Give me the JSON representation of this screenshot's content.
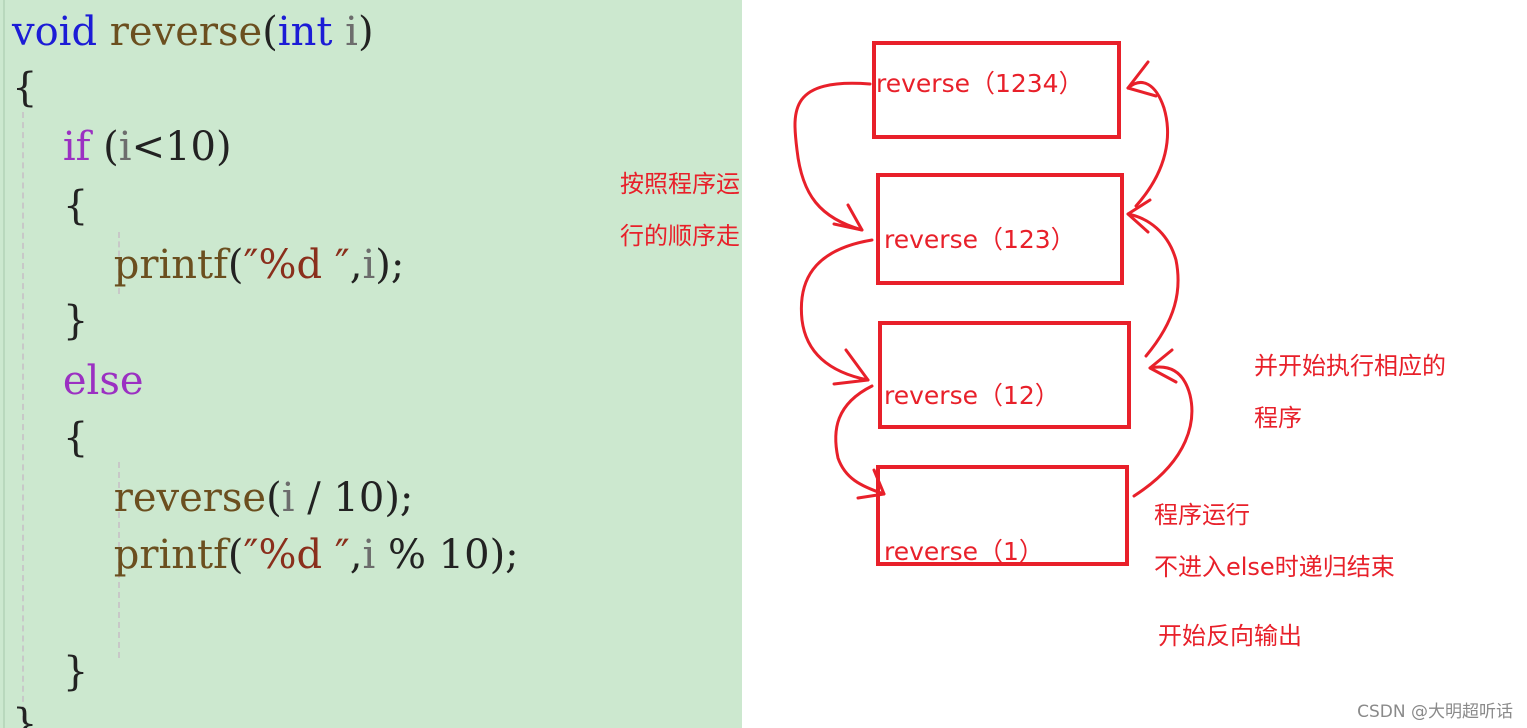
{
  "code": {
    "lines": [
      {
        "tokens": [
          {
            "t": "void",
            "c": "kw"
          },
          {
            "t": " ",
            "c": "punc"
          },
          {
            "t": "reverse",
            "c": "fn"
          },
          {
            "t": "(",
            "c": "punc"
          },
          {
            "t": "int",
            "c": "kw"
          },
          {
            "t": " i",
            "c": "var"
          },
          {
            "t": ")",
            "c": "punc"
          }
        ]
      },
      {
        "tokens": [
          {
            "t": "{",
            "c": "punc"
          }
        ]
      },
      {
        "tokens": [
          {
            "t": "    ",
            "c": "punc"
          },
          {
            "t": "if",
            "c": "kw2"
          },
          {
            "t": " (",
            "c": "punc"
          },
          {
            "t": "i",
            "c": "var"
          },
          {
            "t": "<",
            "c": "punc"
          },
          {
            "t": "10",
            "c": "num"
          },
          {
            "t": ")",
            "c": "punc"
          }
        ]
      },
      {
        "tokens": [
          {
            "t": "    {",
            "c": "punc"
          }
        ]
      },
      {
        "tokens": [
          {
            "t": "        ",
            "c": "punc"
          },
          {
            "t": "printf",
            "c": "fn"
          },
          {
            "t": "(",
            "c": "punc"
          },
          {
            "t": "″%d ″",
            "c": "str"
          },
          {
            "t": ",",
            "c": "punc"
          },
          {
            "t": "i",
            "c": "var"
          },
          {
            "t": ");",
            "c": "punc"
          }
        ]
      },
      {
        "tokens": [
          {
            "t": "    }",
            "c": "punc"
          }
        ]
      },
      {
        "tokens": [
          {
            "t": "    ",
            "c": "punc"
          },
          {
            "t": "else",
            "c": "kw2"
          }
        ]
      },
      {
        "tokens": [
          {
            "t": "    {",
            "c": "punc"
          }
        ]
      },
      {
        "tokens": [
          {
            "t": "        ",
            "c": "punc"
          },
          {
            "t": "reverse",
            "c": "fn"
          },
          {
            "t": "(",
            "c": "punc"
          },
          {
            "t": "i",
            "c": "var"
          },
          {
            "t": " / ",
            "c": "punc"
          },
          {
            "t": "10",
            "c": "num"
          },
          {
            "t": ");",
            "c": "punc"
          }
        ]
      },
      {
        "tokens": [
          {
            "t": "        ",
            "c": "punc"
          },
          {
            "t": "printf",
            "c": "fn"
          },
          {
            "t": "(",
            "c": "punc"
          },
          {
            "t": "″%d ″",
            "c": "str"
          },
          {
            "t": ",",
            "c": "punc"
          },
          {
            "t": "i",
            "c": "var"
          },
          {
            "t": " % ",
            "c": "punc"
          },
          {
            "t": "10",
            "c": "num"
          },
          {
            "t": ");",
            "c": "punc"
          }
        ]
      },
      {
        "tokens": [
          {
            "t": "",
            "c": "punc"
          }
        ]
      },
      {
        "tokens": [
          {
            "t": "    }",
            "c": "punc"
          }
        ]
      },
      {
        "tokens": [
          {
            "t": "}",
            "c": "punc"
          }
        ]
      }
    ]
  },
  "boxes": [
    {
      "label": "reverse（1234）"
    },
    {
      "label": "reverse（123）"
    },
    {
      "label": "reverse（12）"
    },
    {
      "label": "reverse（1）"
    }
  ],
  "notes": {
    "left_line1": "按照程序运",
    "left_line2": "行的顺序走",
    "right_top_line1": "并开始执行相应的",
    "right_top_line2": "程序",
    "right_bottom_line1": "程序运行",
    "right_bottom_line2": "不进入else时递归结束",
    "right_bottom_line3": "开始反向输出"
  },
  "watermark": "CSDN @大明超听话",
  "colors": {
    "annotation": "#e8202a",
    "code_background": "#cce8cf",
    "keyword": "#1c1cd6",
    "control_keyword": "#9b30c2"
  }
}
